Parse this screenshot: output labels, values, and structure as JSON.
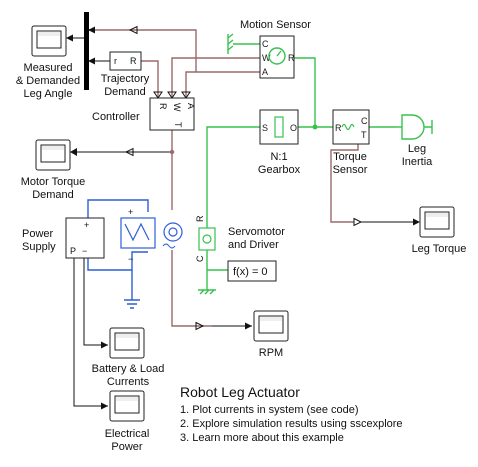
{
  "model": {
    "title": "Robot Leg Actuator",
    "links": [
      "1. Plot currents in system (see code)",
      "2. Explore simulation results using sscexplore",
      "3. Learn more about this example"
    ]
  },
  "blocks": {
    "scope_leg_angle": [
      "Measured",
      "& Demanded",
      "Leg Angle"
    ],
    "trajectory": {
      "lines": [
        "Trajectory",
        "Demand"
      ],
      "port_r": "r",
      "port_R": "R"
    },
    "controller": {
      "label": "Controller",
      "ports": [
        "R",
        "W",
        "A"
      ],
      "port_T": "T"
    },
    "motion_sensor": {
      "label": "Motion Sensor",
      "ports": [
        "C",
        "W",
        "R",
        "A"
      ]
    },
    "gearbox": {
      "lines": [
        "N:1",
        "Gearbox"
      ],
      "port_S": "S",
      "port_O": "O"
    },
    "torque_sensor": {
      "lines": [
        "Torque",
        "Sensor"
      ],
      "port_R": "R",
      "port_C": "C",
      "port_T": "T"
    },
    "leg_inertia": [
      "Leg",
      "Inertia"
    ],
    "scope_motor_torque": [
      "Motor Torque",
      "Demand"
    ],
    "power_supply": {
      "lines": [
        "Power",
        "Supply"
      ],
      "plus": "+",
      "minus": "−",
      "P": "P"
    },
    "servomotor": {
      "lines": [
        "Servomotor",
        "and Driver"
      ],
      "port_R": "R",
      "port_C": "C"
    },
    "solver": "f(x) = 0",
    "scope_leg_torque": "Leg Torque",
    "scope_rpm": "RPM",
    "scope_battery": [
      "Battery & Load",
      "Currents"
    ],
    "scope_electrical": [
      "Electrical",
      "Power"
    ]
  },
  "colors": {
    "physical_signal": "#9b6a6a",
    "mechanical_rotational": "#36c24f",
    "electrical": "#2d5fd6",
    "signal": "#111111"
  }
}
